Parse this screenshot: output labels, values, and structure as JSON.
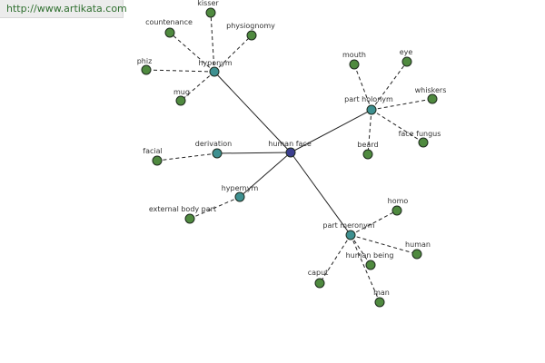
{
  "site": {
    "url_text": "http://www.artikata.com"
  },
  "colors": {
    "center_node": "#3b3f8f",
    "relation_node": "#3e9090",
    "word_node": "#4f8a3f",
    "edge": "#222222",
    "label": "#333333",
    "banner_bg": "#ececec",
    "banner_text": "#2f6f2f"
  },
  "graph": {
    "center": {
      "id": "human-face",
      "label": "human face"
    },
    "relations": [
      {
        "id": "hyponym",
        "label": "hyponym",
        "words": [
          {
            "id": "kisser",
            "label": "kisser"
          },
          {
            "id": "countenance",
            "label": "countenance"
          },
          {
            "id": "physiognomy",
            "label": "physiognomy"
          },
          {
            "id": "phiz",
            "label": "phiz"
          },
          {
            "id": "mug",
            "label": "mug"
          }
        ]
      },
      {
        "id": "part-holonym",
        "label": "part holonym",
        "words": [
          {
            "id": "mouth",
            "label": "mouth"
          },
          {
            "id": "eye",
            "label": "eye"
          },
          {
            "id": "whiskers",
            "label": "whiskers"
          },
          {
            "id": "face-fungus",
            "label": "face fungus"
          },
          {
            "id": "beard",
            "label": "beard"
          }
        ]
      },
      {
        "id": "derivation",
        "label": "derivation",
        "words": [
          {
            "id": "facial",
            "label": "facial"
          }
        ]
      },
      {
        "id": "hypernym",
        "label": "hypernym",
        "words": [
          {
            "id": "external-body-part",
            "label": "external body part"
          }
        ]
      },
      {
        "id": "part-meronym",
        "label": "part meronym",
        "words": [
          {
            "id": "homo",
            "label": "homo"
          },
          {
            "id": "human",
            "label": "human"
          },
          {
            "id": "human-being",
            "label": "human being"
          },
          {
            "id": "caput",
            "label": "caput"
          },
          {
            "id": "man",
            "label": "man"
          }
        ]
      }
    ]
  }
}
